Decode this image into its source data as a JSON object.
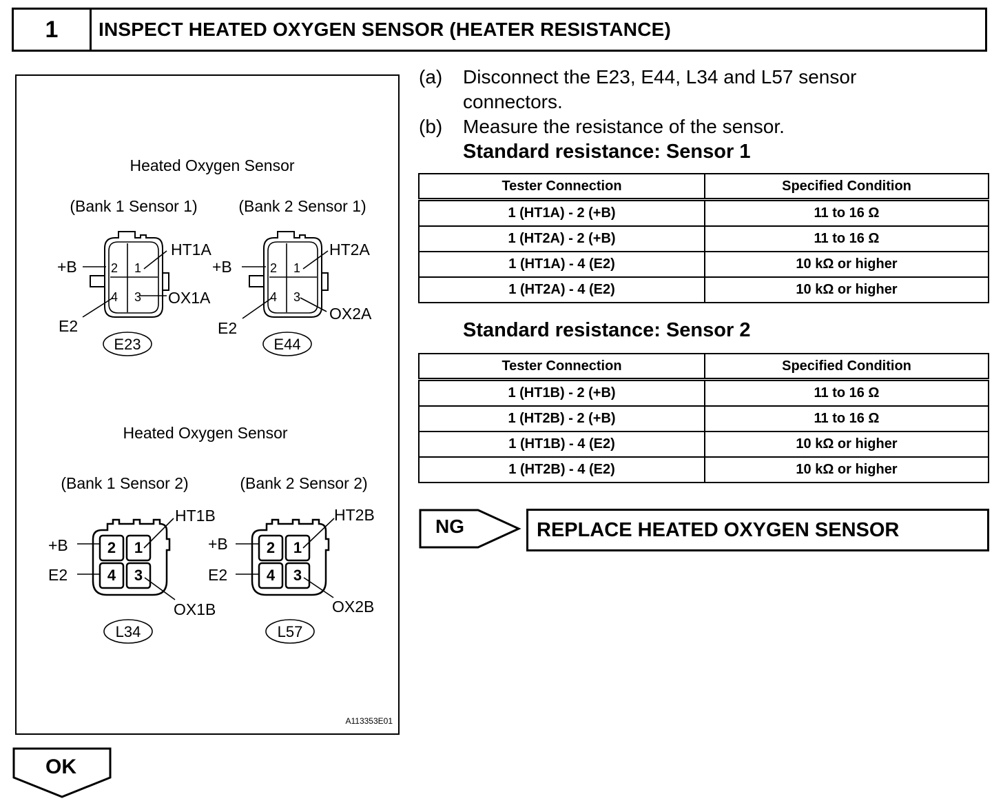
{
  "header": {
    "step_number": "1",
    "title": "INSPECT HEATED OXYGEN SENSOR (HEATER RESISTANCE)"
  },
  "figure": {
    "upper_title": "Heated Oxygen Sensor",
    "lower_title": "Heated Oxygen Sensor",
    "connectors": [
      {
        "position": "Bank 1 Sensor 1",
        "caption": "(Bank 1 Sensor 1)",
        "id": "E23",
        "pins": [
          "1",
          "2",
          "3",
          "4"
        ],
        "labels": {
          "pin1": "HT1A",
          "pin2": "+B",
          "pin3": "OX1A",
          "pin4": "E2"
        }
      },
      {
        "position": "Bank 2 Sensor 1",
        "caption": "(Bank 2 Sensor 1)",
        "id": "E44",
        "pins": [
          "1",
          "2",
          "3",
          "4"
        ],
        "labels": {
          "pin1": "HT2A",
          "pin2": "+B",
          "pin3": "OX2A",
          "pin4": "E2"
        }
      },
      {
        "position": "Bank 1 Sensor 2",
        "caption": "(Bank 1 Sensor 2)",
        "id": "L34",
        "pins": [
          "1",
          "2",
          "3",
          "4"
        ],
        "labels": {
          "pin1": "HT1B",
          "pin2": "+B",
          "pin3": "OX1B",
          "pin4": "E2"
        }
      },
      {
        "position": "Bank 2 Sensor 2",
        "caption": "(Bank 2 Sensor 2)",
        "id": "L57",
        "pins": [
          "1",
          "2",
          "3",
          "4"
        ],
        "labels": {
          "pin1": "HT2B",
          "pin2": "+B",
          "pin3": "OX2B",
          "pin4": "E2"
        }
      }
    ],
    "figure_code": "A113353E01"
  },
  "instructions": [
    {
      "letter": "(a)",
      "text": "Disconnect the E23, E44, L34 and L57 sensor connectors."
    },
    {
      "letter": "(b)",
      "text": "Measure the resistance of the sensor."
    }
  ],
  "sensor1": {
    "heading": "Standard resistance: Sensor 1",
    "columns": [
      "Tester Connection",
      "Specified Condition"
    ],
    "rows": [
      [
        "1 (HT1A) - 2 (+B)",
        "11 to 16 Ω"
      ],
      [
        "1 (HT2A) - 2 (+B)",
        "11 to 16 Ω"
      ],
      [
        "1 (HT1A) - 4 (E2)",
        "10 kΩ or higher"
      ],
      [
        "1 (HT2A) - 4 (E2)",
        "10 kΩ or higher"
      ]
    ]
  },
  "sensor2": {
    "heading": "Standard resistance: Sensor 2",
    "columns": [
      "Tester Connection",
      "Specified Condition"
    ],
    "rows": [
      [
        "1 (HT1B) - 2 (+B)",
        "11 to 16 Ω"
      ],
      [
        "1 (HT2B) - 2 (+B)",
        "11 to 16 Ω"
      ],
      [
        "1 (HT1B) - 4 (E2)",
        "10 kΩ or higher"
      ],
      [
        "1 (HT2B) - 4 (E2)",
        "10 kΩ or higher"
      ]
    ]
  },
  "ng": {
    "label": "NG",
    "result": "REPLACE HEATED OXYGEN SENSOR"
  },
  "ok": {
    "label": "OK"
  }
}
